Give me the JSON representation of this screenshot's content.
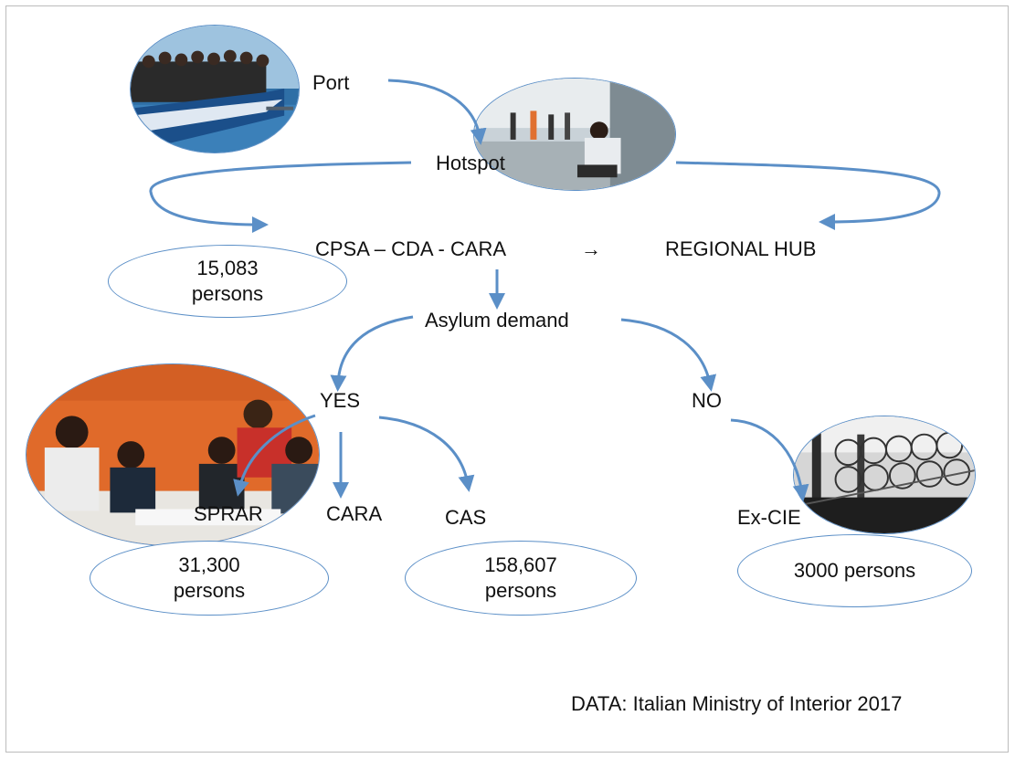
{
  "nodes": {
    "port": "Port",
    "hotspot": "Hotspot",
    "cpsa": "CPSA – CDA - CARA",
    "arrow_symbol": "→",
    "regional_hub": "REGIONAL HUB",
    "asylum_demand": "Asylum demand",
    "yes": "YES",
    "no": "NO",
    "sprar": "SPRAR",
    "cara": "CARA",
    "cas": "CAS",
    "ex_cie": "Ex-CIE"
  },
  "counts": {
    "cpsa_line1": "15,083",
    "cpsa_line2": "persons",
    "sprar_line1": "31,300",
    "sprar_line2": "persons",
    "cas_line1": "158,607",
    "cas_line2": "persons",
    "excie": "3000 persons"
  },
  "source": "DATA: Italian Ministry of Interior 2017",
  "colors": {
    "arrow": "#5b8fc7",
    "bubble_border": "#5b8fc7",
    "text": "#111111"
  },
  "photos": [
    "migrant-boat-photo",
    "hotspot-center-photo",
    "sprar-classroom-photo",
    "detention-fence-photo"
  ]
}
